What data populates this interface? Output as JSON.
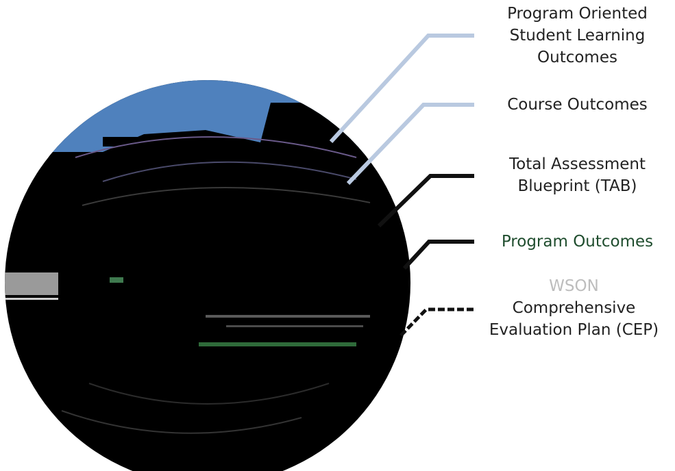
{
  "labels": {
    "program_oriented": [
      "Program Oriented",
      "Student Learning",
      "Outcomes"
    ],
    "course_outcomes": [
      "Course Outcomes"
    ],
    "tab": [
      "Total Assessment",
      "Blueprint (TAB)"
    ],
    "program_outcomes": [
      "Program Outcomes"
    ],
    "cep": [
      "WSON",
      "Comprehensive",
      "Evaluation Plan (CEP)"
    ]
  },
  "colors": {
    "sphere": "#000000",
    "sphere_cap": "#4f81bd",
    "connector_light": "#b9c9e0",
    "connector_dark": "#111111",
    "band_gray": "#9a9a9a",
    "text": "#222222",
    "text_green": "#1f4d2e"
  }
}
